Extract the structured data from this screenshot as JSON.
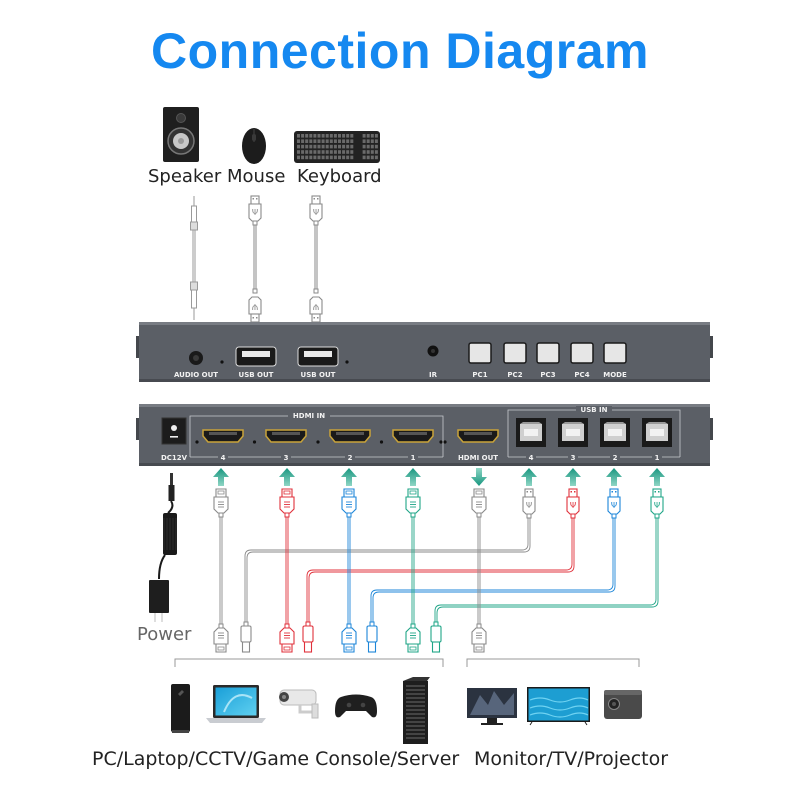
{
  "title": "Connection Diagram",
  "peripherals": [
    {
      "label": "Speaker",
      "icon": "speaker-icon",
      "cable": "3.5mm-audio-cable"
    },
    {
      "label": "Mouse",
      "icon": "mouse-icon",
      "cable": "usb-a-cable"
    },
    {
      "label": "Keyboard",
      "icon": "keyboard-icon",
      "cable": "usb-a-cable"
    }
  ],
  "front_panel": {
    "ports": [
      "AUDIO OUT",
      "USB OUT",
      "USB OUT",
      "IR"
    ],
    "buttons": [
      "PC1",
      "PC2",
      "PC3",
      "PC4",
      "MODE"
    ]
  },
  "rear_panel": {
    "power_label": "DC12V",
    "hdmi_in_group": "HDMI IN",
    "hdmi_in_ports": [
      "4",
      "3",
      "2",
      "1"
    ],
    "hdmi_out_label": "HDMI OUT",
    "usb_in_group": "USB IN",
    "usb_in_ports": [
      "4",
      "3",
      "2",
      "1"
    ]
  },
  "cable_colors": {
    "port4": "#8a8a8a",
    "port3": "#e0313b",
    "port2": "#1d86d8",
    "port1": "#1fa587",
    "arrow": "#1a9e86"
  },
  "power_label": "Power",
  "sources_label": "PC/Laptop/CCTV/Game Console/Server",
  "sources": [
    "mini-pc-icon",
    "laptop-icon",
    "cctv-camera-icon",
    "game-controller-icon",
    "server-rack-icon"
  ],
  "displays_label": "Monitor/TV/Projector",
  "displays": [
    "monitor-icon",
    "tv-icon",
    "projector-icon"
  ]
}
